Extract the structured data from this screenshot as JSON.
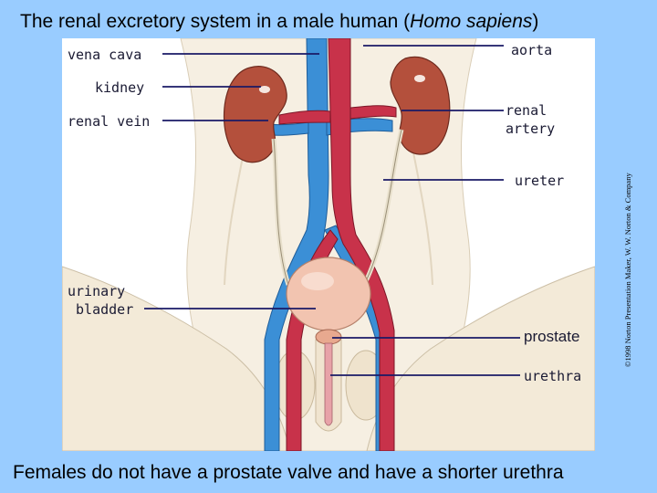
{
  "title": {
    "prefix": "The renal excretory system in a male human (",
    "species": "Homo sapiens",
    "suffix": ")"
  },
  "labels": {
    "vena_cava": "vena cava",
    "aorta": "aorta",
    "kidney": "kidney",
    "renal_vein": "renal vein",
    "renal_artery": "renal\nartery",
    "ureter": "ureter",
    "urinary_bladder": "urinary\n bladder",
    "prostate": "prostate",
    "urethra": "urethra"
  },
  "copyright": "©1998 Norton Presentation Maker, W. W. Norton & Company",
  "caption": "Females do not have a prostate valve and have a shorter urethra",
  "colors": {
    "background": "#99ccff",
    "vein": "#3b8fd6",
    "artery": "#c8324a",
    "kidney": "#b4503c",
    "bladder": "#f2c4b0",
    "skin": "#f3ead8",
    "leader_line": "#1a1a66"
  }
}
